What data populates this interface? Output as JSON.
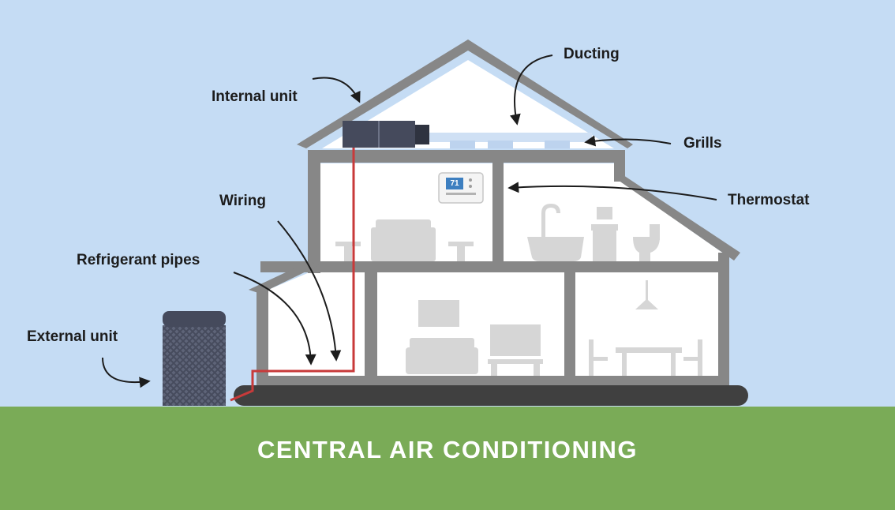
{
  "labels": {
    "ducting": "Ducting",
    "internal_unit": "Internal unit",
    "grills": "Grills",
    "wiring": "Wiring",
    "thermostat": "Thermostat",
    "refrigerant_pipes": "Refrigerant pipes",
    "external_unit": "External unit"
  },
  "thermostat_reading": "71",
  "title": "CENTRAL AIR CONDITIONING",
  "colors": {
    "sky": "#c5dcf4",
    "ground": "#7aab57",
    "house_walls": "#878787",
    "furniture": "#d6d6d6",
    "ac_units": "#454a5c",
    "refrigerant_line": "#c83a3a",
    "duct": "#cfe0f4"
  }
}
